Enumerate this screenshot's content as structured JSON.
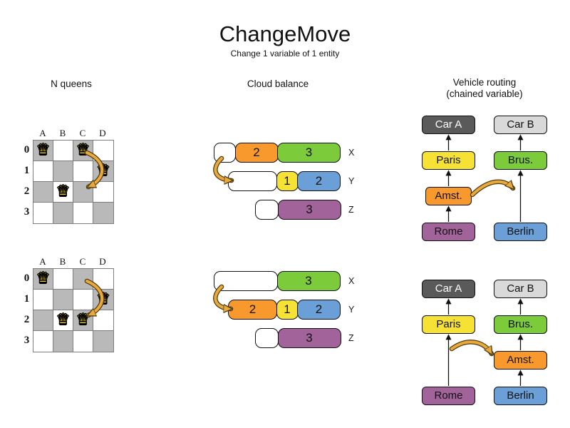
{
  "title": "ChangeMove",
  "subtitle": "Change 1 variable of 1 entity",
  "headers": {
    "nqueens": "N queens",
    "cloud": "Cloud balance",
    "vehicle_line1": "Vehicle routing",
    "vehicle_line2": "(chained variable)"
  },
  "nqueens": {
    "column_labels": [
      "A",
      "B",
      "C",
      "D"
    ],
    "row_labels": [
      "0",
      "1",
      "2",
      "3"
    ],
    "queen_symbol": "♛",
    "boards": [
      {
        "state": "before",
        "queens": [
          {
            "col": 0,
            "row": 0
          },
          {
            "col": 2,
            "row": 0
          },
          {
            "col": 3,
            "row": 1
          },
          {
            "col": 1,
            "row": 2
          }
        ]
      },
      {
        "state": "after",
        "queens": [
          {
            "col": 0,
            "row": 0
          },
          {
            "col": 3,
            "row": 1
          },
          {
            "col": 1,
            "row": 2
          },
          {
            "col": 2,
            "row": 2
          }
        ]
      }
    ]
  },
  "cloud": {
    "axis_labels": [
      "X",
      "Y",
      "Z"
    ],
    "before": {
      "x": [
        "2",
        "3"
      ],
      "y": [
        "1",
        "2"
      ],
      "z": [
        "3"
      ]
    },
    "after": {
      "x": [
        "3"
      ],
      "y": [
        "2",
        "1",
        "2"
      ],
      "z": [
        "3"
      ]
    }
  },
  "vehicle": {
    "before": {
      "car_a": "Car A",
      "car_b": "Car B",
      "paris": "Paris",
      "brus": "Brus.",
      "amst": "Amst.",
      "rome": "Rome",
      "berlin": "Berlin"
    },
    "after": {
      "car_a": "Car A",
      "car_b": "Car B",
      "paris": "Paris",
      "brus": "Brus.",
      "amst": "Amst.",
      "rome": "Rome",
      "berlin": "Berlin"
    }
  },
  "colors": {
    "orange": "#f8992e",
    "green": "#7ccb3b",
    "yellow": "#f5e235",
    "blue": "#6b9fd8",
    "purple": "#a2639a",
    "dark_gray": "#5a5a5a",
    "light_gray": "#d9d9d9",
    "board_gray": "#b9b9b9",
    "move_arrow": "#eaa93d",
    "queen_gold": "#f4cd1a"
  }
}
